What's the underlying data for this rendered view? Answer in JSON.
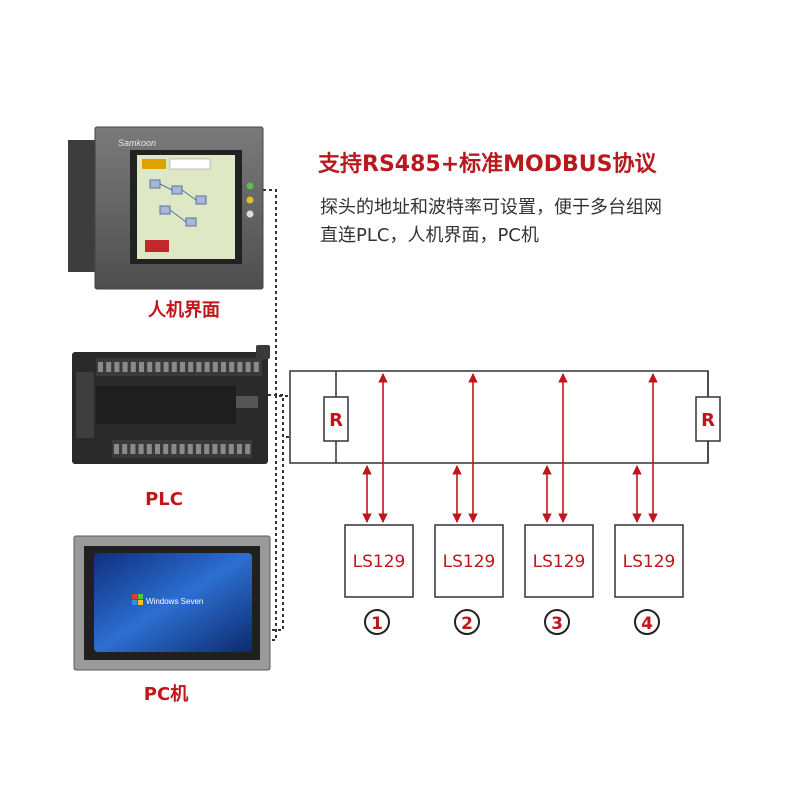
{
  "header": {
    "title": "支持RS485+标准MODBUS协议",
    "desc_line1": "探头的地址和波特率可设置，便于多台组网",
    "desc_line2": "直连PLC，人机界面，PC机"
  },
  "devices": {
    "hmi_label": "人机界面",
    "plc_label": "PLC",
    "pc_label": "PC机",
    "hmi_brand": "Samkoon",
    "pc_screen_text": "Windows Seven"
  },
  "bus": {
    "resistor_label": "R"
  },
  "nodes": [
    {
      "label": "LS129",
      "number": "1"
    },
    {
      "label": "LS129",
      "number": "2"
    },
    {
      "label": "LS129",
      "number": "3"
    },
    {
      "label": "LS129",
      "number": "4"
    }
  ],
  "colors": {
    "accent_red": "#c0151b",
    "line": "#333333",
    "device_dark": "#2a2a2a",
    "hmi_frame": "#6b6b6b",
    "screen_blue": "#1d4aa8"
  }
}
